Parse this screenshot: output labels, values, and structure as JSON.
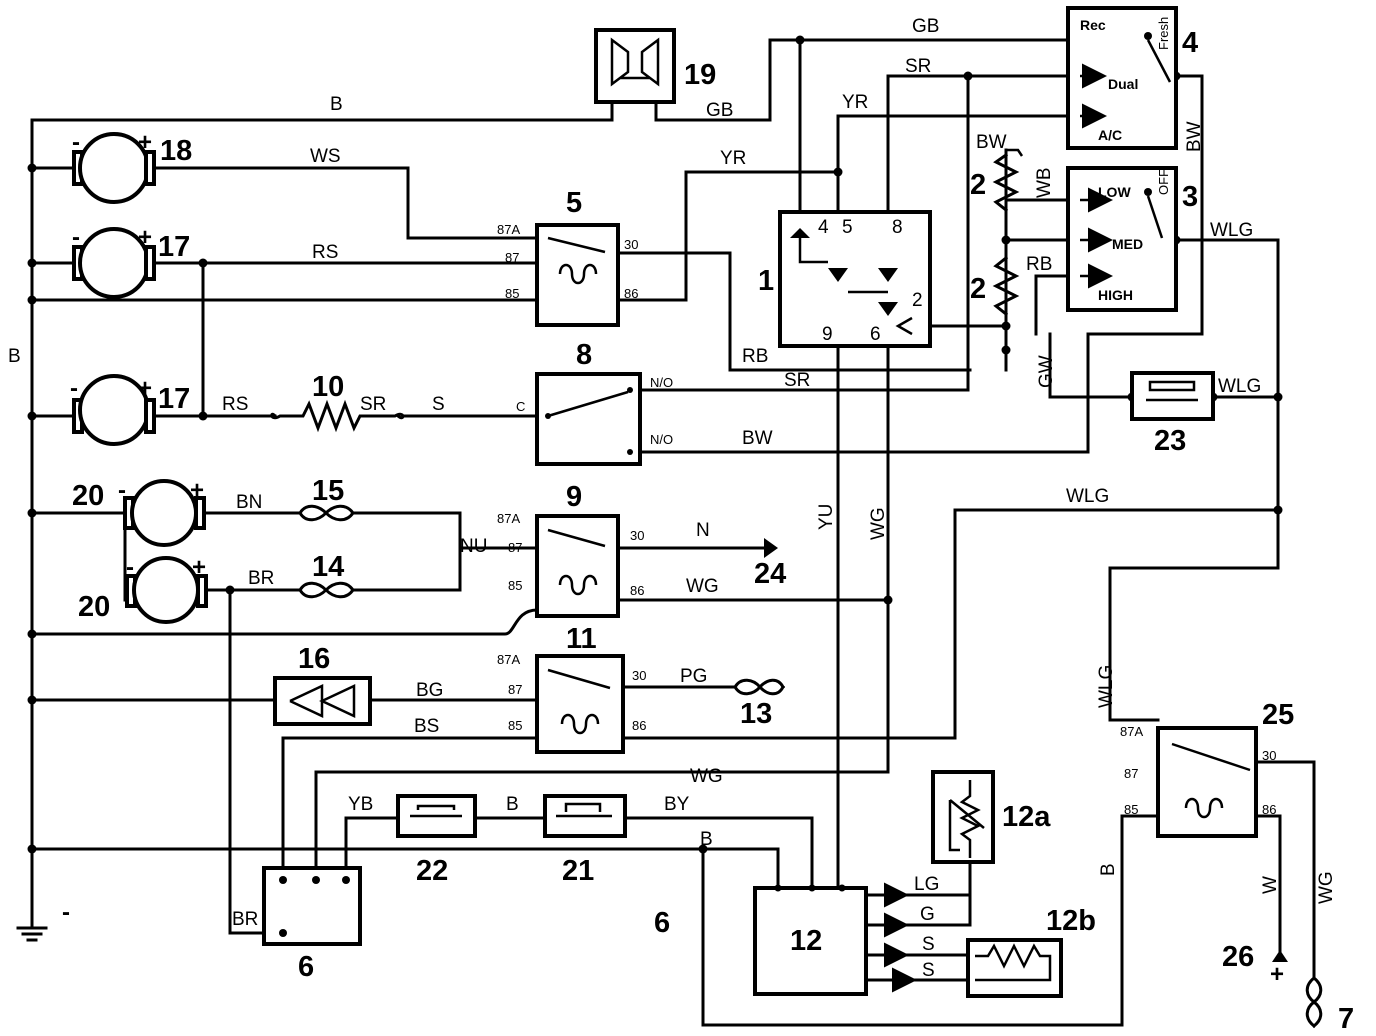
{
  "components": {
    "c1": "1",
    "c2a": "2",
    "c2b": "2",
    "c3": "3",
    "c4": "4",
    "c5": "5",
    "c6a": "6",
    "c6b": "6",
    "c7": "7",
    "c8": "8",
    "c9": "9",
    "c10": "10",
    "c11": "11",
    "c12": "12",
    "c12a": "12a",
    "c12b": "12b",
    "c13": "13",
    "c14": "14",
    "c15": "15",
    "c16": "16",
    "c17a": "17",
    "c17b": "17",
    "c18": "18",
    "c19": "19",
    "c20a": "20",
    "c20b": "20",
    "c21": "21",
    "c22": "22",
    "c23": "23",
    "c24": "24",
    "c25": "25",
    "c26": "26"
  },
  "wires": {
    "b_top": "B",
    "b_left": "B",
    "gb_top": "GB",
    "gb_19": "GB",
    "sr_top": "SR",
    "yr_top": "YR",
    "yr_mid": "YR",
    "ws": "WS",
    "rs_17": "RS",
    "rs_10": "RS",
    "sr_10": "SR",
    "s_8": "S",
    "rb_1": "RB",
    "sr_8": "SR",
    "bw_8": "BW",
    "bw_2": "BW",
    "wb_2": "WB",
    "rb_2": "RB",
    "bw_4": "BW",
    "wlg_3": "WLG",
    "wlg_23": "WLG",
    "gw": "GW",
    "bn": "BN",
    "br_14": "BR",
    "nu": "NU",
    "n_24": "N",
    "wg_9": "WG",
    "yu": "YU",
    "wg_v": "WG",
    "wlg_mid": "WLG",
    "wlg_v": "WLG",
    "bg": "BG",
    "bs": "BS",
    "pg": "PG",
    "wg_bottom": "WG",
    "yb": "YB",
    "b_22": "B",
    "by": "BY",
    "b_low": "B",
    "br_6": "BR",
    "lg": "LG",
    "g": "G",
    "s1": "S",
    "s2": "S",
    "b_25": "B",
    "w_26": "W",
    "wg_7": "WG"
  },
  "pins": {
    "r5": {
      "p87a": "87A",
      "p87": "87",
      "p85": "85",
      "p30": "30",
      "p86": "86"
    },
    "r9": {
      "p87a": "87A",
      "p87": "87",
      "p85": "85",
      "p30": "30",
      "p86": "86"
    },
    "r11": {
      "p87a": "87A",
      "p87": "87",
      "p85": "85",
      "p30": "30",
      "p86": "86"
    },
    "r25": {
      "p87a": "87A",
      "p87": "87",
      "p85": "85",
      "p30": "30",
      "p86": "86"
    },
    "sw8": {
      "c": "C",
      "no1": "N/O",
      "no2": "N/O"
    },
    "ecu1": {
      "p4": "4",
      "p5": "5",
      "p8": "8",
      "p9": "9",
      "p6": "6",
      "p2": "2"
    }
  },
  "switch4": {
    "rec": "Rec",
    "dual": "Dual",
    "ac": "A/C",
    "fresh": "Fresh"
  },
  "switch3": {
    "low": "LOW",
    "med": "MED",
    "high": "HIGH",
    "off": "OFF"
  },
  "symbols": {
    "plus": "+",
    "minus": "-"
  }
}
